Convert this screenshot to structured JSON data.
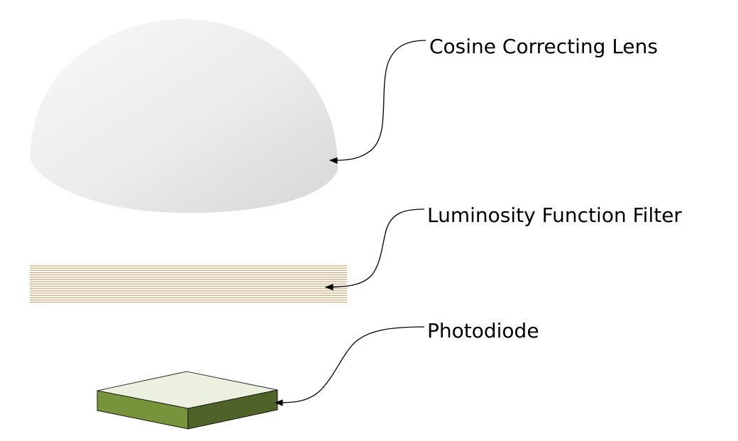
{
  "labels": {
    "lens": "Cosine Correcting Lens",
    "filter": "Luminosity Function Filter",
    "photodiode": "Photodiode"
  },
  "colors": {
    "lens_light": "#f7f7f7",
    "lens_dark": "#d9d9d9",
    "filter_line": "#c8a97a",
    "diode_top": "#ebf1de",
    "diode_front": "#77933c",
    "diode_side": "#4f6228",
    "outline": "#000000"
  }
}
